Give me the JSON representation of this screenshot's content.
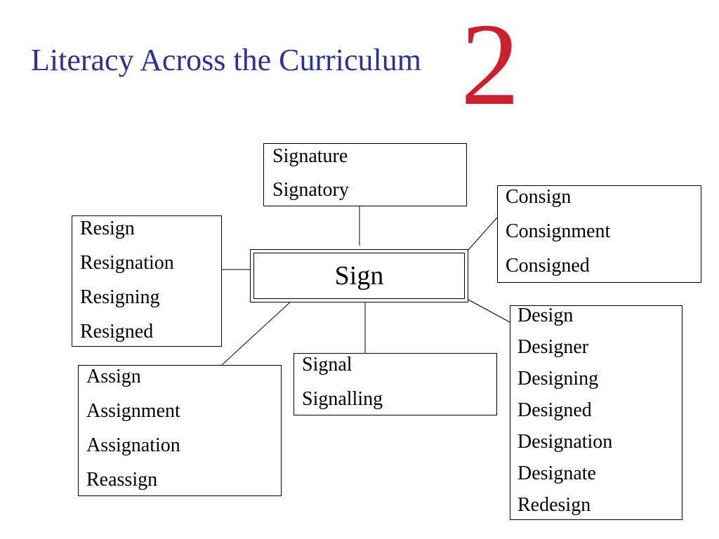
{
  "slide": {
    "title": "Literacy Across the Curriculum",
    "number": "2"
  },
  "diagram": {
    "center": "Sign",
    "groups": {
      "signature": [
        "Signature",
        "Signatory"
      ],
      "resign": [
        "Resign",
        "Resignation",
        "Resigning",
        "Resigned"
      ],
      "consign": [
        "Consign",
        "Consignment",
        "Consigned"
      ],
      "design": [
        "Design",
        "Designer",
        "Designing",
        "Designed",
        "Designation",
        "Designate",
        "Redesign"
      ],
      "signal": [
        "Signal",
        "Signalling"
      ],
      "assign": [
        "Assign",
        "Assignment",
        "Assignation",
        "Reassign"
      ]
    }
  },
  "colors": {
    "title": "#2e3192",
    "number": "#cc1f2f"
  }
}
